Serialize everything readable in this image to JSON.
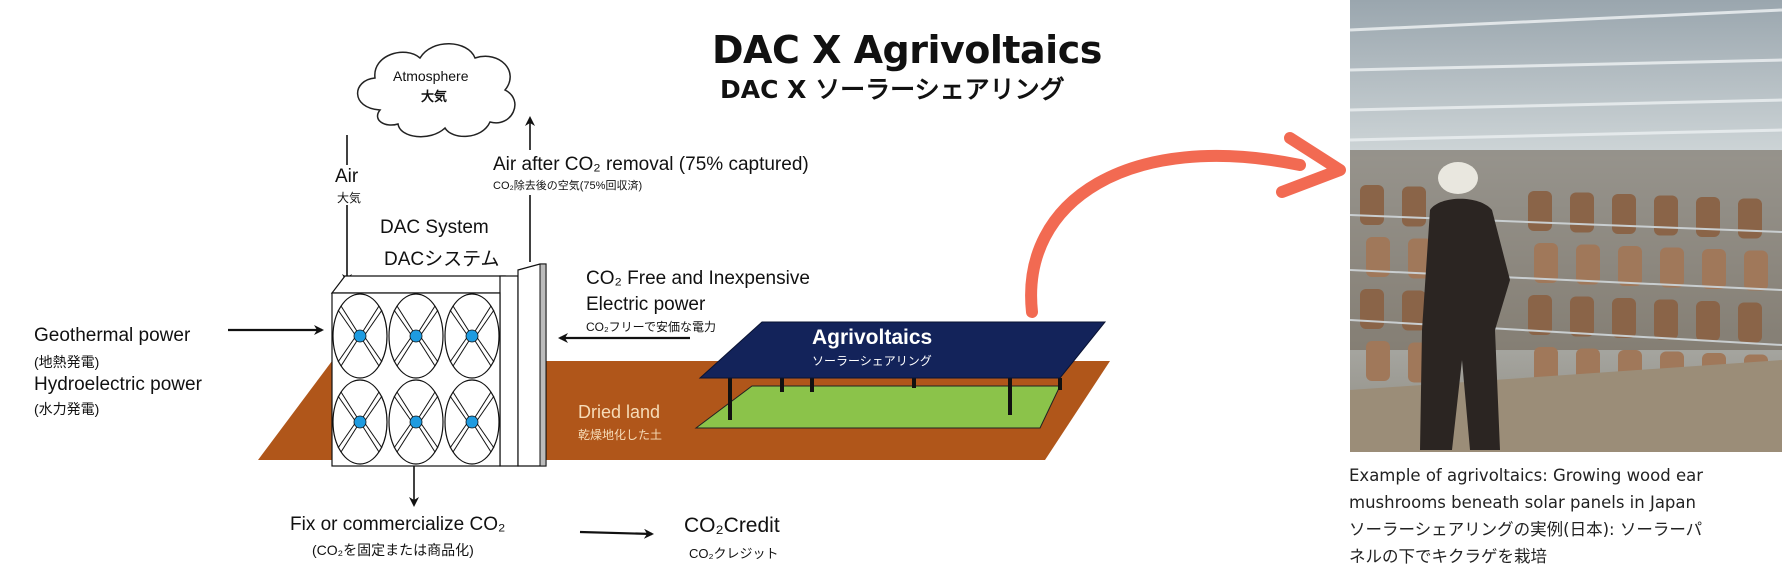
{
  "title": "DAC X Agrivoltaics",
  "subtitle": "DAC X ソーラーシェアリング",
  "atmosphere": {
    "en": "Atmosphere",
    "ja": "大気"
  },
  "air_in": {
    "en": "Air",
    "ja": "大気"
  },
  "air_out": {
    "en": "Air after CO₂ removal (75% captured)",
    "ja": "CO₂除去後の空気(75%回収済)"
  },
  "dac_system": {
    "en": "DAC System",
    "ja": "DACシステム"
  },
  "power_sources": [
    {
      "en": "Geothermal power",
      "ja": "(地熱発電)"
    },
    {
      "en": "Hydroelectric power",
      "ja": "(水力発電)"
    }
  ],
  "electric": {
    "line1": "CO₂ Free and Inexpensive",
    "line2": "Electric power",
    "ja": "CO₂フリーで安価な電力"
  },
  "agrivoltaics": {
    "en": "Agrivoltaics",
    "ja": "ソーラーシェアリング"
  },
  "dried_land": {
    "en": "Dried land",
    "ja": "乾燥地化した土"
  },
  "fix": {
    "en": "Fix or commercialize CO₂",
    "ja": "(CO₂を固定または商品化)"
  },
  "credit": {
    "en": "CO₂Credit",
    "ja": "CO₂クレジット"
  },
  "caption": {
    "lines": [
      "Example of agrivoltaics: Growing wood ear",
      "mushrooms beneath solar panels in Japan",
      "ソーラーシェアリングの実例(日本): ソーラーパ",
      "ネルの下でキクラゲを栽培"
    ]
  },
  "colors": {
    "land": "#b0561a",
    "field": "#8bc34a",
    "panel": "#13235a",
    "fan_hub": "#1e9be0",
    "curve_arrow": "#f26a52",
    "dried_land_text": "#f6dcb8"
  }
}
